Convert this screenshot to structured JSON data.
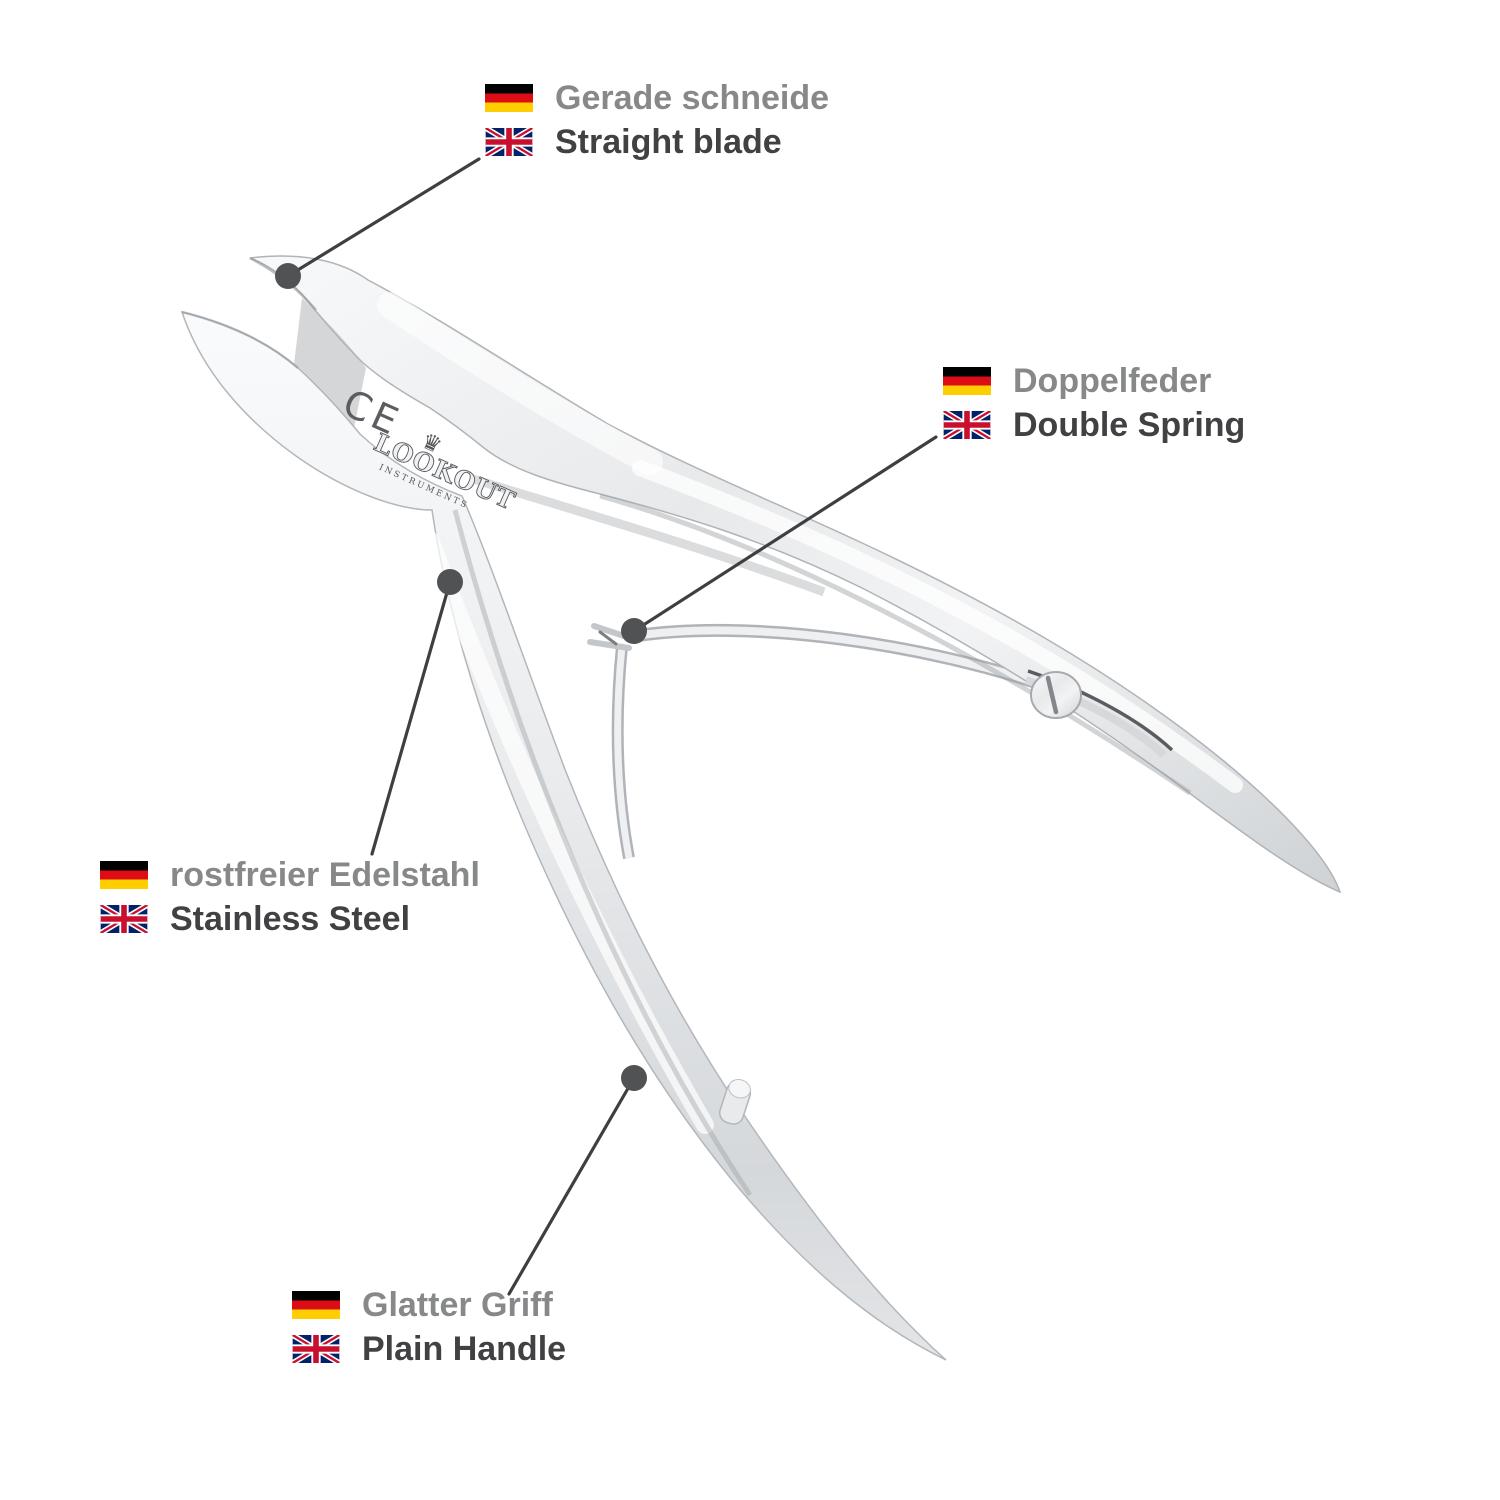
{
  "annotations": [
    {
      "german": "Gerade schneide",
      "english": "Straight blade"
    },
    {
      "german": "Doppelfeder",
      "english": "Double Spring"
    },
    {
      "german": "rostfreier Edelstahl",
      "english": "Stainless Steel"
    },
    {
      "german": "Glatter Griff",
      "english": "Plain Handle"
    }
  ],
  "brand": {
    "logo_text": "LOOKOUT",
    "logo_subtext": "INSTRUMENTS",
    "ce_mark": "CE",
    "crown_icon": "♛"
  },
  "colors": {
    "german_label": "#87888a",
    "english_label": "#414042",
    "leader_line": "#3e3f41",
    "marker_dot": "#505254",
    "flag_black": "#000000",
    "flag_red": "#dd0d15",
    "flag_gold": "#ffce00",
    "uk_blue": "#012169",
    "uk_red": "#C8102E",
    "steel_light": "#f7f8f9",
    "steel_mid": "#dcdfe2",
    "steel_dark": "#b9bdc1"
  }
}
